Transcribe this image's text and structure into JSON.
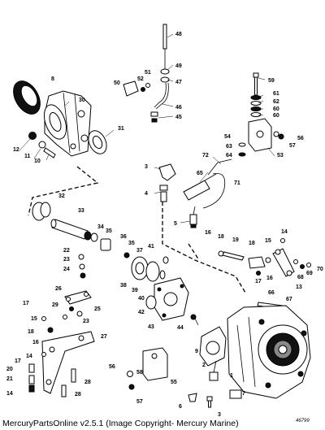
{
  "diagram": {
    "part_labels": [
      "1",
      "2",
      "3",
      "4",
      "5",
      "6",
      "7",
      "8",
      "9",
      "10",
      "11",
      "12",
      "13",
      "14",
      "15",
      "16",
      "17",
      "18",
      "19",
      "20",
      "21",
      "22",
      "23",
      "24",
      "25",
      "26",
      "27",
      "28",
      "29",
      "30",
      "31",
      "32",
      "33",
      "34",
      "35",
      "36",
      "37",
      "38",
      "39",
      "40",
      "41",
      "42",
      "43",
      "44",
      "45",
      "46",
      "47",
      "48",
      "49",
      "50",
      "51",
      "52",
      "53",
      "54",
      "55",
      "56",
      "57",
      "58",
      "59",
      "60",
      "61",
      "62",
      "63",
      "64",
      "65",
      "66",
      "67",
      "68",
      "69",
      "70",
      "71",
      "72"
    ],
    "reference_number": "46799"
  },
  "footer": {
    "caption": "MercuryPartsOnline v2.5.1 (Image Copyright- Mercury Marine)"
  }
}
